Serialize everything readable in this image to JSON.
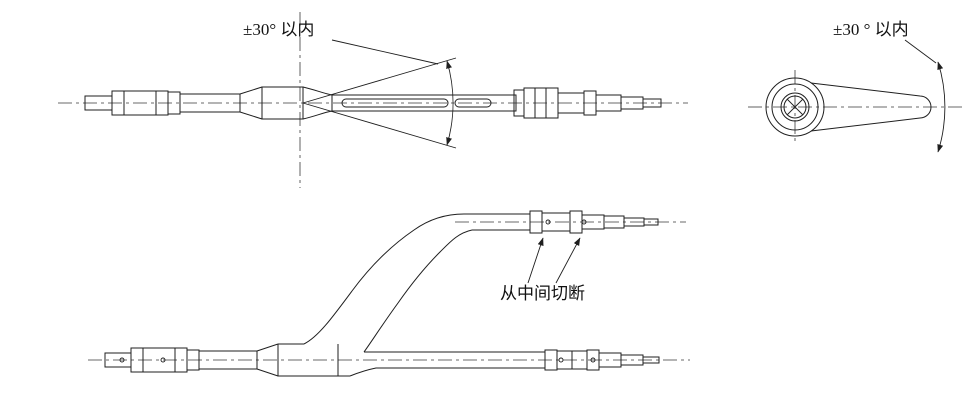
{
  "page": {
    "background": "#ffffff",
    "line_color": "#1f1f1f"
  },
  "views": {
    "side_view": {
      "name": "branch-pipe-side-view",
      "angle_label": "±30° 以内"
    },
    "end_view": {
      "name": "branch-pipe-end-view",
      "angle_label": "±30 ° 以内"
    },
    "bottom_view": {
      "name": "branch-pipe-installed-view",
      "cut_label": "从中间切断"
    }
  }
}
